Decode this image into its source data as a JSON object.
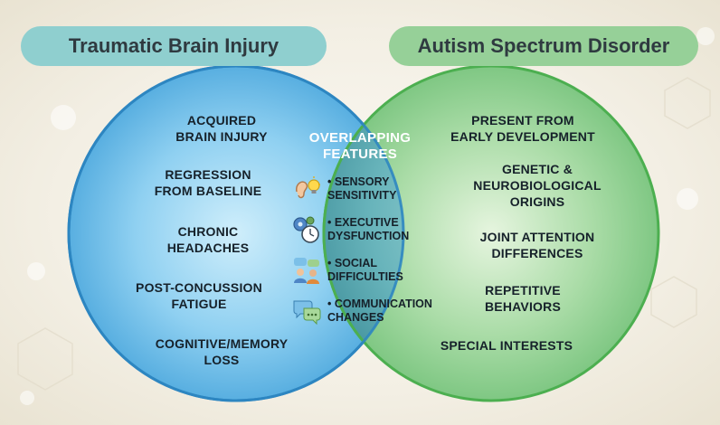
{
  "diagram": {
    "left_title": "Traumatic Brain Injury",
    "right_title": "Autism Spectrum Disorder",
    "left_items": [
      [
        "ACQUIRED",
        "BRAIN INJURY"
      ],
      [
        "REGRESSION",
        "FROM BASELINE"
      ],
      [
        "CHRONIC",
        "HEADACHES"
      ],
      [
        "POST-CONCUSSION",
        "FATIGUE"
      ],
      [
        "COGNITIVE/MEMORY",
        "LOSS"
      ]
    ],
    "right_items": [
      [
        "PRESENT FROM",
        "EARLY DEVELOPMENT"
      ],
      [
        "GENETIC &",
        "NEUROBIOLOGICAL",
        "ORIGINS"
      ],
      [
        "JOINT ATTENTION",
        "DIFFERENCES"
      ],
      [
        "REPETITIVE",
        "BEHAVIORS"
      ],
      [
        "SPECIAL INTERESTS"
      ]
    ],
    "overlap_title": [
      "OVERLAPPING",
      "FEATURES"
    ],
    "overlap_items": [
      {
        "icon": "ear-lightbulb-icon",
        "lines": [
          "• SENSORY",
          "SENSITIVITY"
        ]
      },
      {
        "icon": "gears-clock-icon",
        "lines": [
          "• EXECUTIVE",
          "DYSFUNCTION"
        ]
      },
      {
        "icon": "people-speech-icon",
        "lines": [
          "• SOCIAL",
          "DIFFICULTIES"
        ]
      },
      {
        "icon": "speech-bubbles-icon",
        "lines": [
          "• COMMUNICATION",
          "CHANGES"
        ]
      }
    ],
    "colors": {
      "left_circle": "#4aa6dc",
      "right_circle": "#74c27a",
      "overlap": "#3f8f9a",
      "left_header": "#8fcfcf",
      "right_header": "#96d098"
    }
  }
}
